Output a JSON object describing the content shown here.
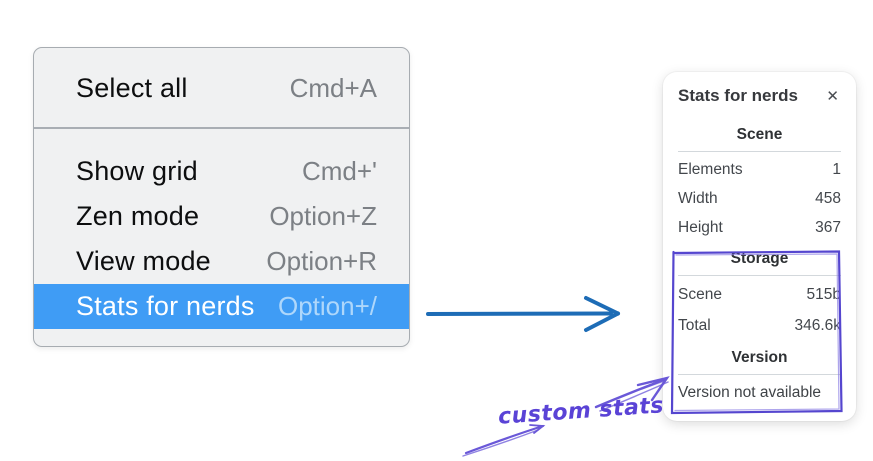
{
  "menu": {
    "items": [
      {
        "label": "Select all",
        "shortcut": "Cmd+A"
      },
      {
        "label": "Show grid",
        "shortcut": "Cmd+'"
      },
      {
        "label": "Zen mode",
        "shortcut": "Option+Z"
      },
      {
        "label": "View mode",
        "shortcut": "Option+R"
      },
      {
        "label": "Stats for nerds",
        "shortcut": "Option+/"
      }
    ],
    "highlighted_item": "Stats for nerds",
    "highlight_color": "#3f9cf5"
  },
  "panel": {
    "title": "Stats for nerds",
    "close_icon": "✕",
    "sections": [
      {
        "heading": "Scene",
        "rows": [
          {
            "label": "Elements",
            "value": "1"
          },
          {
            "label": "Width",
            "value": "458"
          },
          {
            "label": "Height",
            "value": "367"
          }
        ]
      },
      {
        "heading": "Storage",
        "rows": [
          {
            "label": "Scene",
            "value": "515b"
          },
          {
            "label": "Total",
            "value": "346.6k"
          }
        ]
      },
      {
        "heading": "Version",
        "note": "Version not available"
      }
    ]
  },
  "annotation": {
    "label": "custom stats",
    "color": "#5a43d6",
    "box_color": "#5546cf",
    "arrow_color": "#1d6cb6"
  }
}
